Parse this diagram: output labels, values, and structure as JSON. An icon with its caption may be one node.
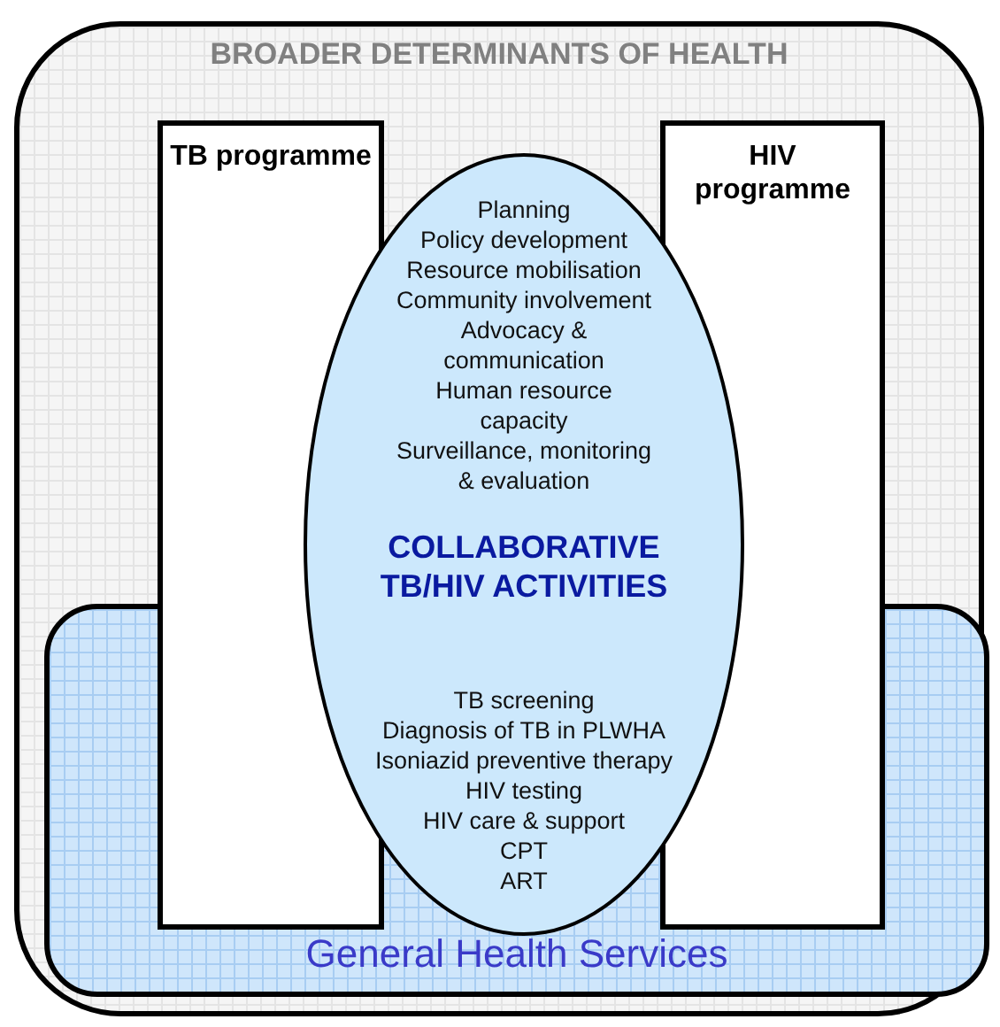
{
  "diagram": {
    "nodes": [
      {
        "text": [
          "BROADER DETERMINANTS OF HEALTH"
        ]
      },
      {
        "text": [
          "General Health Services"
        ],
        "in": 0
      },
      {
        "text": [
          "TB programme"
        ],
        "in": 0
      },
      {
        "text": [
          "HIV programme"
        ],
        "in": 0
      },
      {
        "text": [
          "Planning",
          "Policy development",
          "Resource mobilisation",
          "Community involvement",
          "Advocacy & communication",
          "Human resource capacity",
          "Surveillance, monitoring & evaluation",
          "COLLABORATIVE TB/HIV ACTIVITIES",
          "TB screening",
          "Diagnosis of TB in PLWHA",
          "Isoniazid preventive therapy",
          "HIV testing",
          "HIV care & support",
          "CPT",
          "ART"
        ],
        "in": 0
      }
    ],
    "edges": []
  }
}
